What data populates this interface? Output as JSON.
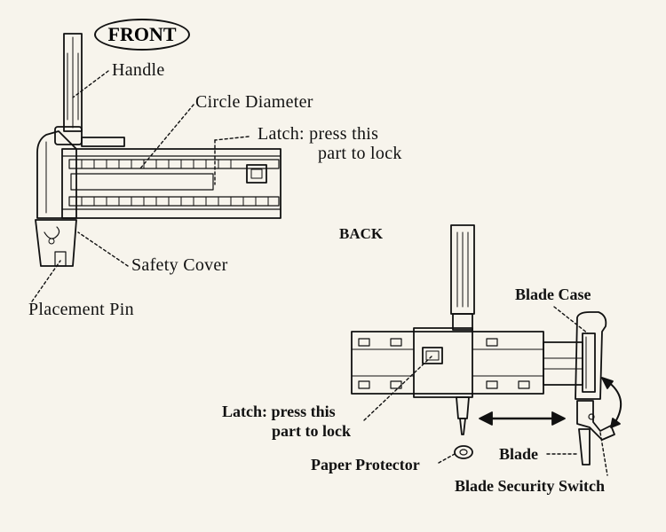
{
  "front": {
    "badge": "FRONT",
    "labels": {
      "handle": "Handle",
      "circle_diameter": "Circle Diameter",
      "latch_line1": "Latch: press this",
      "latch_line2": "part to lock",
      "safety_cover": "Safety Cover",
      "placement_pin": "Placement Pin"
    }
  },
  "back": {
    "title": "BACK",
    "labels": {
      "blade_case": "Blade Case",
      "latch_line1": "Latch: press this",
      "latch_line2": "part to lock",
      "paper_protector": "Paper Protector",
      "blade": "Blade",
      "blade_security_switch": "Blade Security Switch"
    }
  },
  "colors": {
    "ink": "#111111",
    "paper": "#f7f4ec"
  }
}
